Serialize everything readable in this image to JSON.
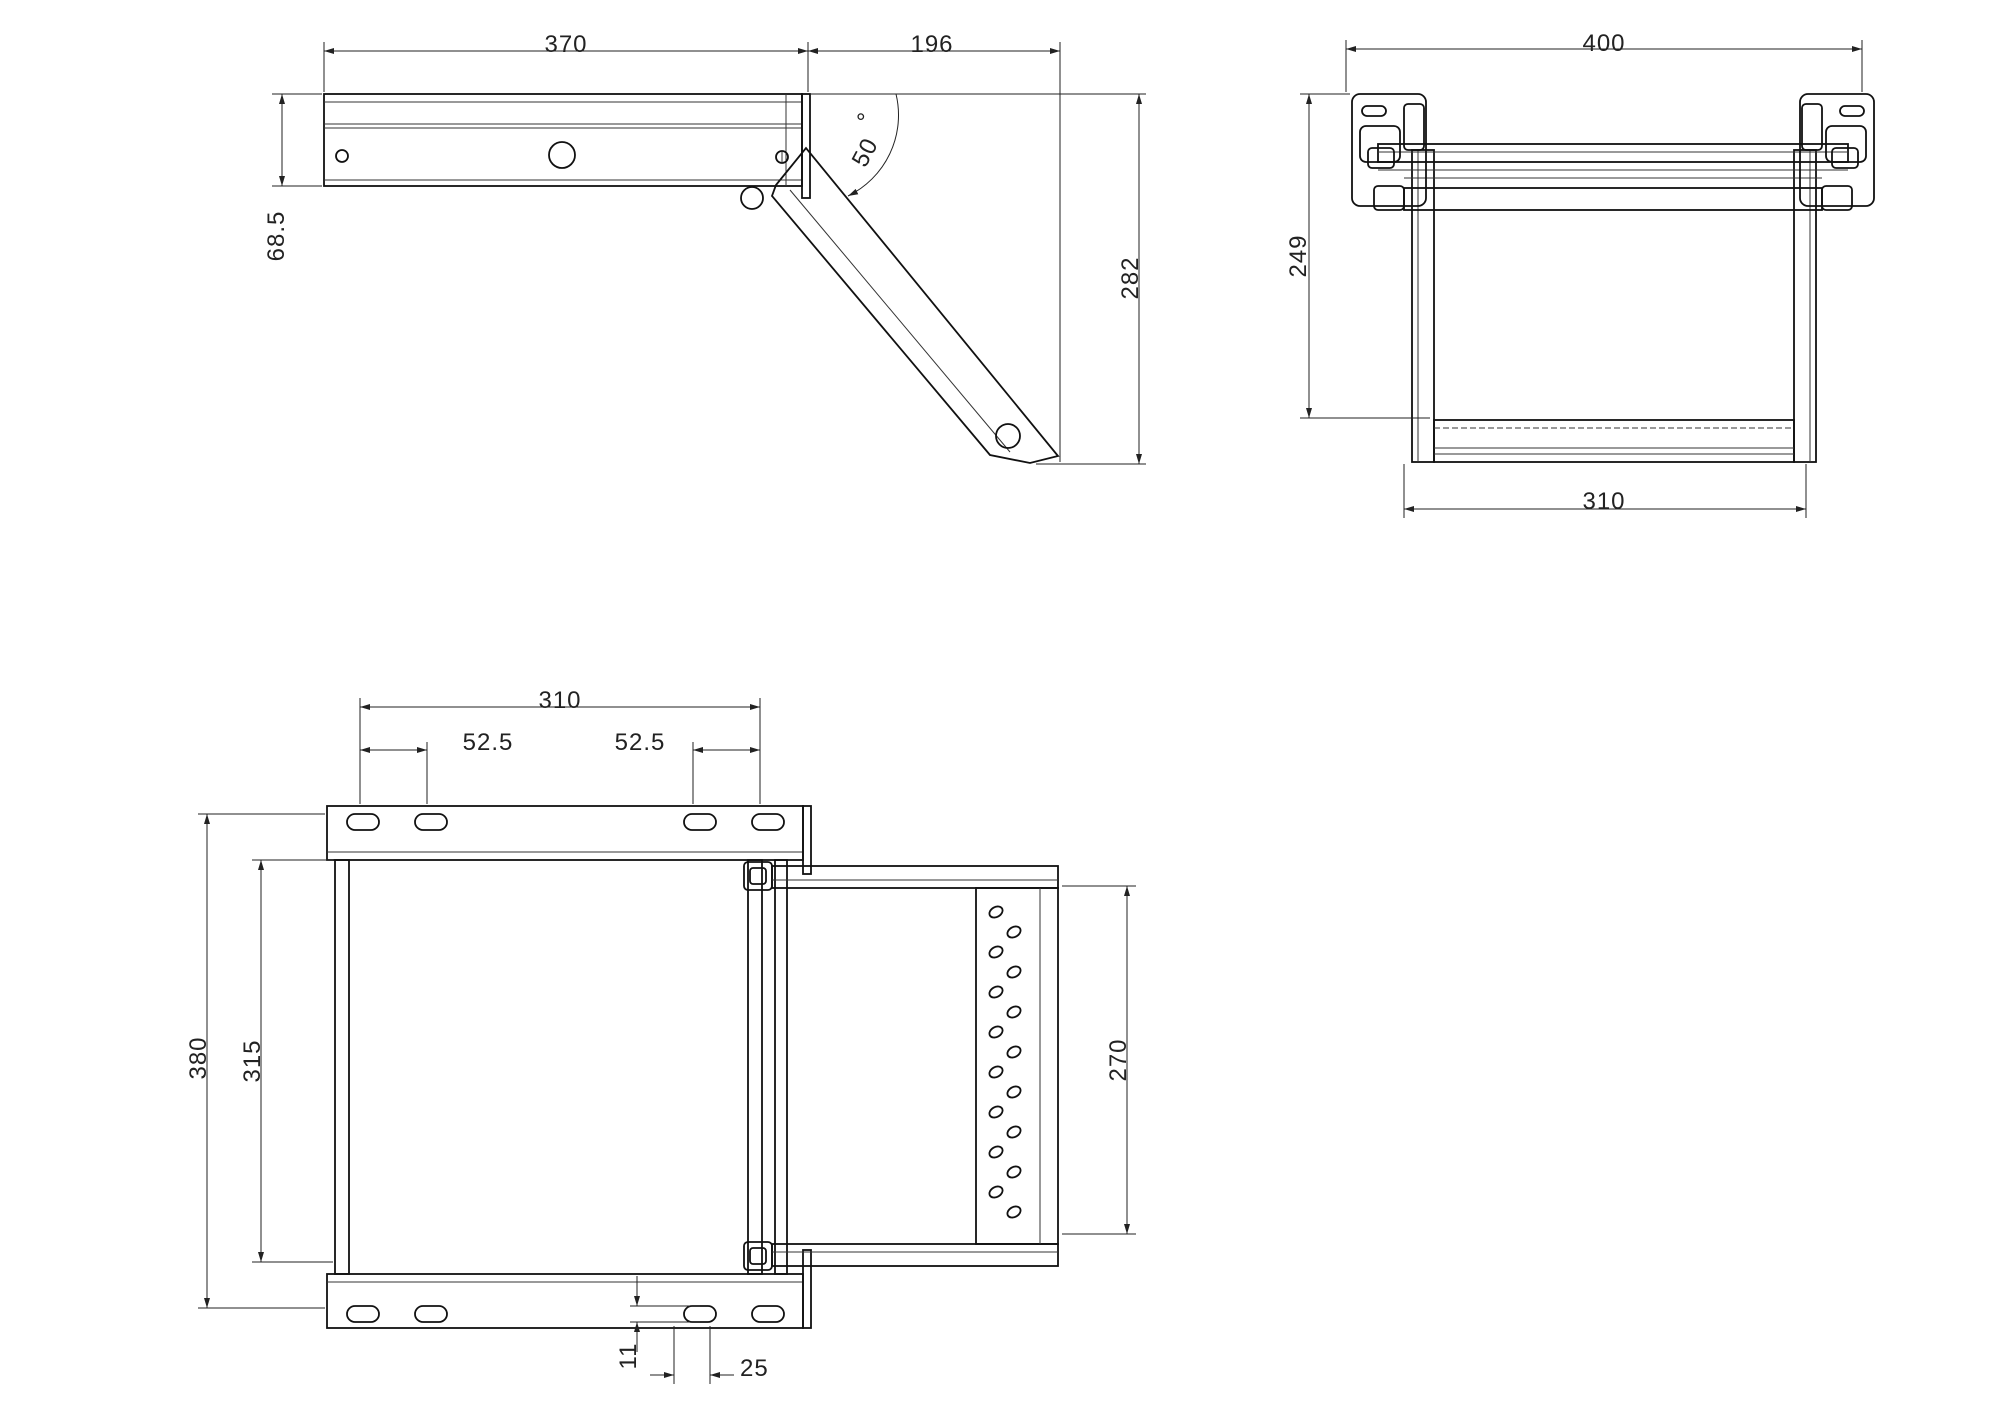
{
  "colors": {
    "background": "#ffffff",
    "line": "#111111"
  },
  "views": {
    "side": {
      "dims": {
        "length": "370",
        "reach": "196",
        "angle": "50",
        "degree": "°",
        "height": "68.5",
        "total_height": "282"
      }
    },
    "front": {
      "dims": {
        "width": "400",
        "height": "249",
        "step_width": "310"
      }
    },
    "top": {
      "dims": {
        "width": "310",
        "slot_left": "52.5",
        "slot_right": "52.5",
        "depth": "380",
        "inner": "315",
        "step_depth": "270",
        "slot_h": "11",
        "slot_w": "25"
      }
    }
  }
}
